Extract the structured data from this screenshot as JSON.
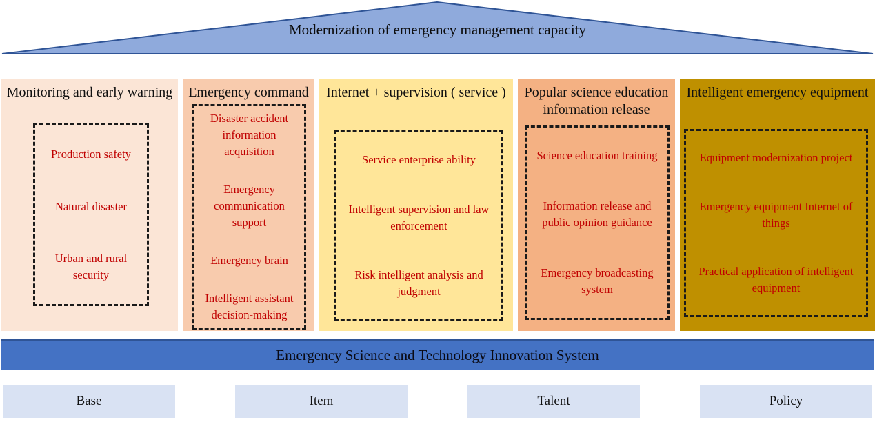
{
  "title": "Modernization of emergency management capacity",
  "columns": [
    {
      "header": "Monitoring and early warning",
      "bg": "#FBE5D6",
      "items": [
        "Production safety",
        "Natural disaster",
        "Urban and rural security"
      ]
    },
    {
      "header": "Emergency command",
      "bg": "#F8CBAD",
      "items": [
        "Disaster accident information acquisition",
        "Emergency communication support",
        "Emergency brain",
        "Intelligent assistant decision-making"
      ]
    },
    {
      "header": "Internet + supervision ( service )",
      "bg": "#FFE699",
      "items": [
        "Service enterprise ability",
        "Intelligent supervision and law enforcement",
        "Risk intelligent analysis and judgment"
      ]
    },
    {
      "header": "Popular science education information release",
      "bg": "#F4B183",
      "items": [
        "Science education training",
        "Information release and public opinion guidance",
        "Emergency broadcasting system"
      ]
    },
    {
      "header": "Intelligent emergency equipment",
      "bg": "#BF9000",
      "items": [
        "Equipment modernization project",
        "Emergency equipment Internet of things",
        "Practical application of intelligent equipment"
      ]
    }
  ],
  "bottom_bar": {
    "label": "Emergency Science and Technology Innovation System"
  },
  "foundations": [
    {
      "label": "Base"
    },
    {
      "label": "Item"
    },
    {
      "label": "Talent"
    },
    {
      "label": "Policy"
    }
  ],
  "colors": {
    "triangle_fill": "#8FAADC",
    "triangle_border": "#2F5496",
    "item_text": "#C00000",
    "dashed_border": "#1A1A1A",
    "innovation_bar_bg": "#4472C4",
    "foundation_bg": "#D9E2F3"
  }
}
